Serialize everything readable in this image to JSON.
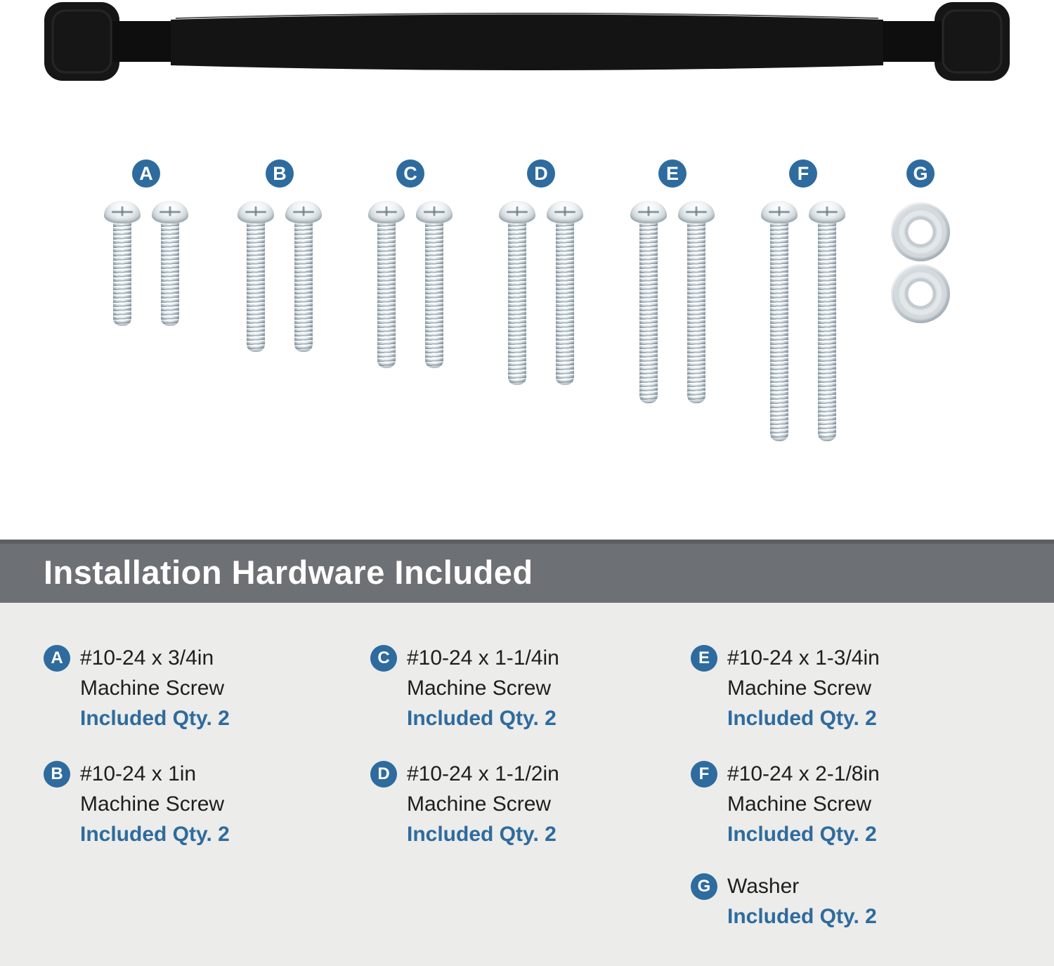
{
  "colors": {
    "accent_blue": "#2e6b9e",
    "header_gray": "#6d7075",
    "panel_gray": "#ececea",
    "handle_black": "#151515"
  },
  "section_header": {
    "title": "Installation Hardware Included"
  },
  "hardware": {
    "items": [
      {
        "letter": "A",
        "spec": "#10-24 x 3/4in",
        "type": "Machine Screw",
        "qty": "Included Qty. 2"
      },
      {
        "letter": "B",
        "spec": "#10-24 x 1in",
        "type": "Machine Screw",
        "qty": "Included Qty. 2"
      },
      {
        "letter": "C",
        "spec": "#10-24 x 1-1/4in",
        "type": "Machine Screw",
        "qty": "Included Qty. 2"
      },
      {
        "letter": "D",
        "spec": "#10-24 x 1-1/2in",
        "type": "Machine Screw",
        "qty": "Included Qty. 2"
      },
      {
        "letter": "E",
        "spec": "#10-24 x 1-3/4in",
        "type": "Machine Screw",
        "qty": "Included Qty. 2"
      },
      {
        "letter": "F",
        "spec": "#10-24 x 2-1/8in",
        "type": "Machine Screw",
        "qty": "Included Qty. 2"
      },
      {
        "letter": "G",
        "spec": "Washer",
        "qty": "Included Qty. 2"
      }
    ]
  }
}
